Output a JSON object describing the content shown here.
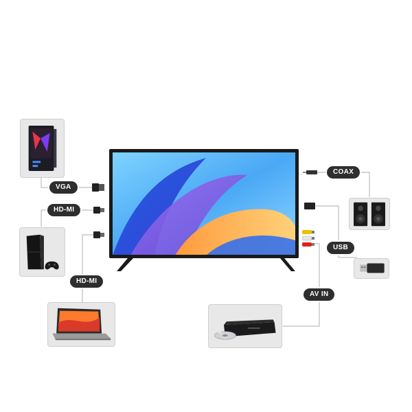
{
  "labels": {
    "vga": "VGA",
    "hdmi_1": "HD-MI",
    "hdmi_2": "HD-MI",
    "coax": "COAX",
    "usb": "USB",
    "av_in": "AV IN"
  },
  "devices": {
    "pc_tower": "pc-tower-icon",
    "game_console": "game-console-icon",
    "laptop": "laptop-icon",
    "speakers": "speakers-icon",
    "usb_stick": "usb-stick-icon",
    "dvd_player": "dvd-player-icon",
    "television": "television-icon"
  },
  "colors": {
    "label_bg": "#2e2e2e",
    "label_text": "#ffffff",
    "line": "#bdbdbd",
    "box_bg": "#e8e8e8",
    "tv_frame": "#1a1a1a"
  }
}
